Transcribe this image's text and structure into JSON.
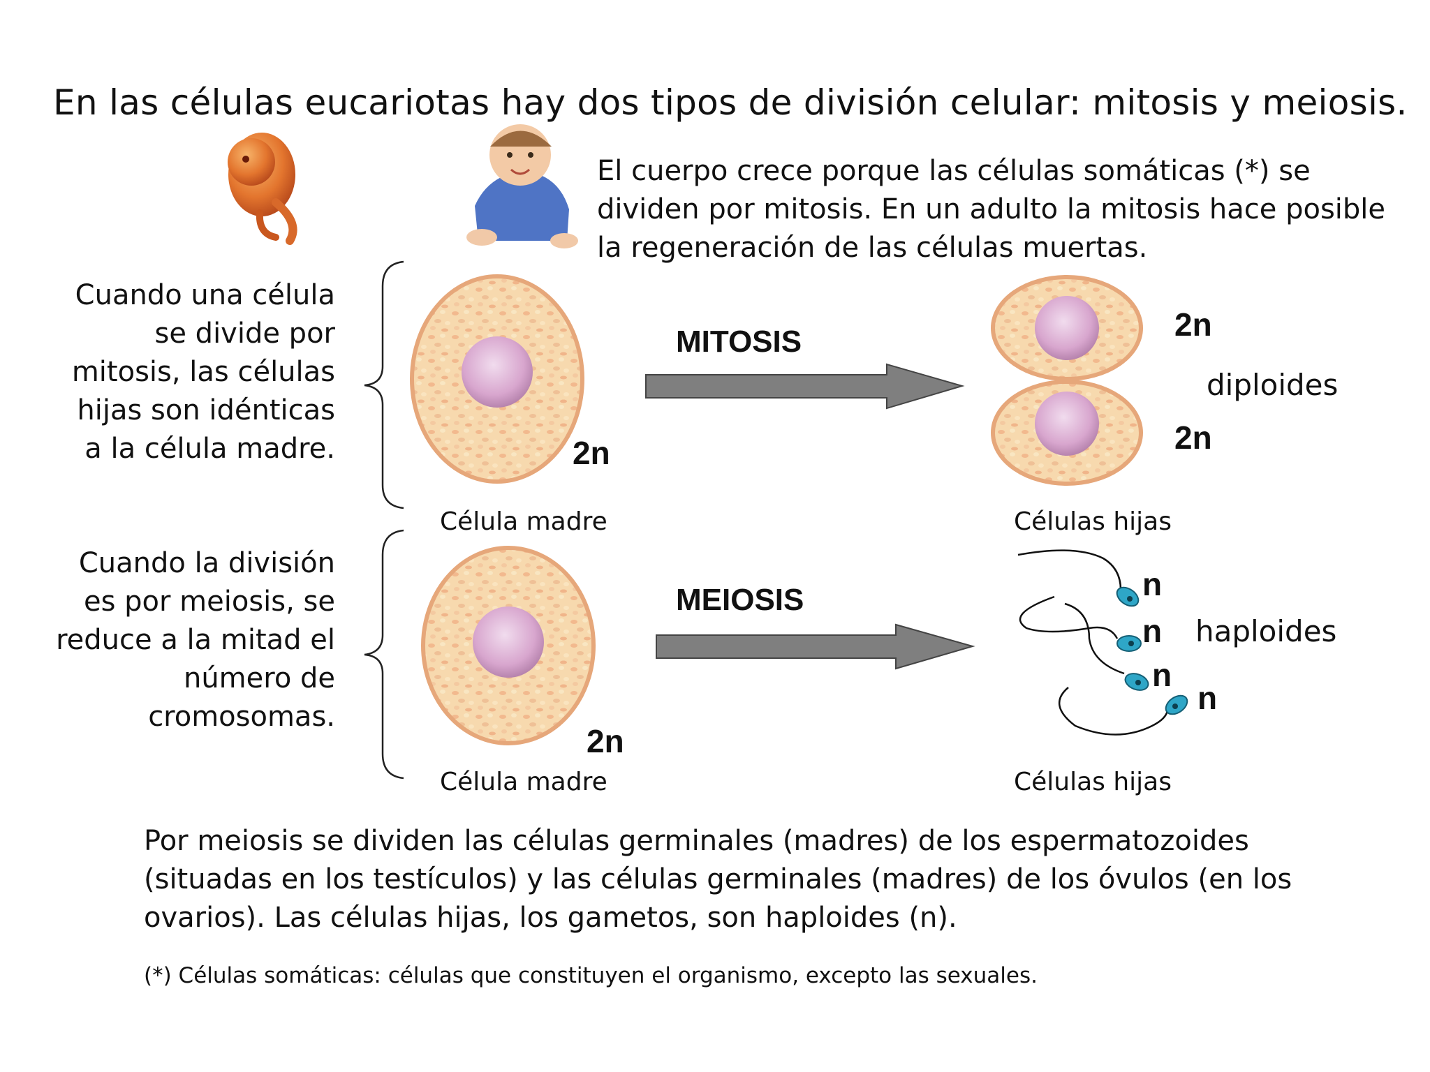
{
  "title": "En las células eucariotas hay dos tipos de división celular: mitosis y meiosis.",
  "intro_text": "El cuerpo crece porque las células somáticas (*) se dividen por mitosis. En un adulto la mitosis hace posible la regeneración de las células muertas.",
  "mitosis_section": {
    "side_text": "Cuando una célula se divide por mitosis, las células  hijas son idénticas a la célula madre.",
    "process_label": "MITOSIS",
    "mother_ploidy": "2n",
    "mother_caption": "Célula madre",
    "daughter_ploidy_top": "2n",
    "daughter_ploidy_bottom": "2n",
    "daughter_classification": "diploides",
    "daughters_caption": "Células hijas"
  },
  "meiosis_section": {
    "side_text": "Cuando la división es por meiosis, se reduce a la mitad el número de cromosomas.",
    "process_label": "MEIOSIS",
    "mother_ploidy": "2n",
    "mother_caption": "Célula madre",
    "gamete_ploidy": [
      "n",
      "n",
      "n",
      "n"
    ],
    "daughter_classification": "haploides",
    "daughters_caption": "Células hijas"
  },
  "bottom_text": "Por meiosis se dividen las células germinales (madres) de los espermatozoides (situadas en los testículos) y las células germinales (madres) de los óvulos (en los ovarios). Las células hijas, los gametos, son haploides (n).",
  "footnote": "(*) Células somáticas: células que constituyen el organismo, excepto las sexuales.",
  "colors": {
    "cell_fill": "#f6d3a6",
    "cell_outline": "#e6a77a",
    "nucleus": "#d9a7cf",
    "arrow": "#7f7f7f",
    "sperm": "#2ea6c7"
  }
}
